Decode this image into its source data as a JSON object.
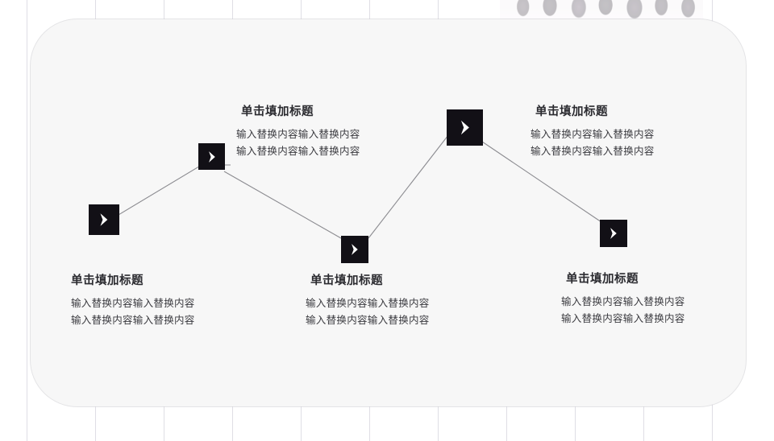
{
  "slide": {
    "background": {
      "type": "tiled-grid",
      "grid_line_color": "#7a6e96",
      "tile_color": "#ffffff",
      "card_color": "#f7f7f7",
      "photo": {
        "name": "berries-photo",
        "description": "dark mulberries on white surface"
      }
    },
    "accent_color": "#121016",
    "connector_color": "#8b8b90",
    "title_color": "#2b2b30",
    "body_color": "#3a3a3f"
  },
  "nodes": [
    {
      "id": "node-1",
      "icon": "chevron-right-icon",
      "title": "单击填加标题",
      "lines": [
        "输入替换内容输入替换内容",
        "输入替换内容输入替换内容"
      ]
    },
    {
      "id": "node-2",
      "icon": "chevron-right-icon",
      "title": "单击填加标题",
      "lines": [
        "输入替换内容输入替换内容",
        "输入替换内容输入替换内容"
      ]
    },
    {
      "id": "node-3",
      "icon": "chevron-right-icon",
      "title": "单击填加标题",
      "lines": [
        "输入替换内容输入替换内容",
        "输入替换内容输入替换内容"
      ]
    },
    {
      "id": "node-4",
      "icon": "chevron-right-icon",
      "title": "单击填加标题",
      "lines": [
        "输入替换内容输入替换内容",
        "输入替换内容输入替换内容"
      ]
    },
    {
      "id": "node-5",
      "icon": "chevron-right-icon",
      "title": "单击填加标题",
      "lines": [
        "输入替换内容输入替换内容",
        "输入替换内容输入替换内容"
      ]
    }
  ]
}
